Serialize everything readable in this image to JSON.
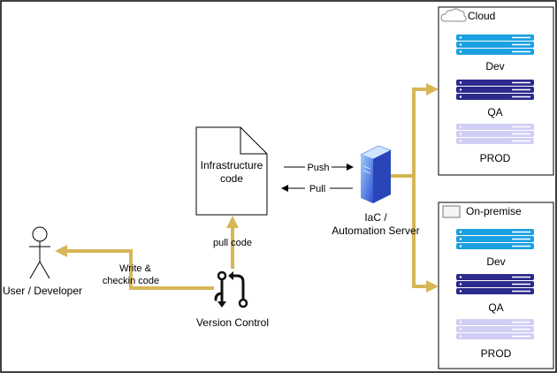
{
  "diagram": {
    "actor": {
      "label": "User / Developer"
    },
    "edge_write": {
      "line1": "Write &",
      "line2": "checkin code"
    },
    "version_control": {
      "label": "Version Control"
    },
    "edge_pull_code": {
      "label": "pull code"
    },
    "infra_doc": {
      "line1": "Infrastructure",
      "line2": "code"
    },
    "edge_push": {
      "label": "Push"
    },
    "edge_pull": {
      "label": "Pull"
    },
    "server": {
      "line1": "IaC /",
      "line2": "Automation Server"
    },
    "cloud_group": {
      "title": "Cloud",
      "envs": [
        "Dev",
        "QA",
        "PROD"
      ]
    },
    "onprem_group": {
      "title": "On-premise",
      "envs": [
        "Dev",
        "QA",
        "PROD"
      ]
    },
    "colors": {
      "connector": "#d6b656",
      "dev_server": "#1ba1e2",
      "qa_server": "#2c2a8c",
      "prod_server": "#d0cef5",
      "server_tower": "#3f6fe0"
    }
  }
}
